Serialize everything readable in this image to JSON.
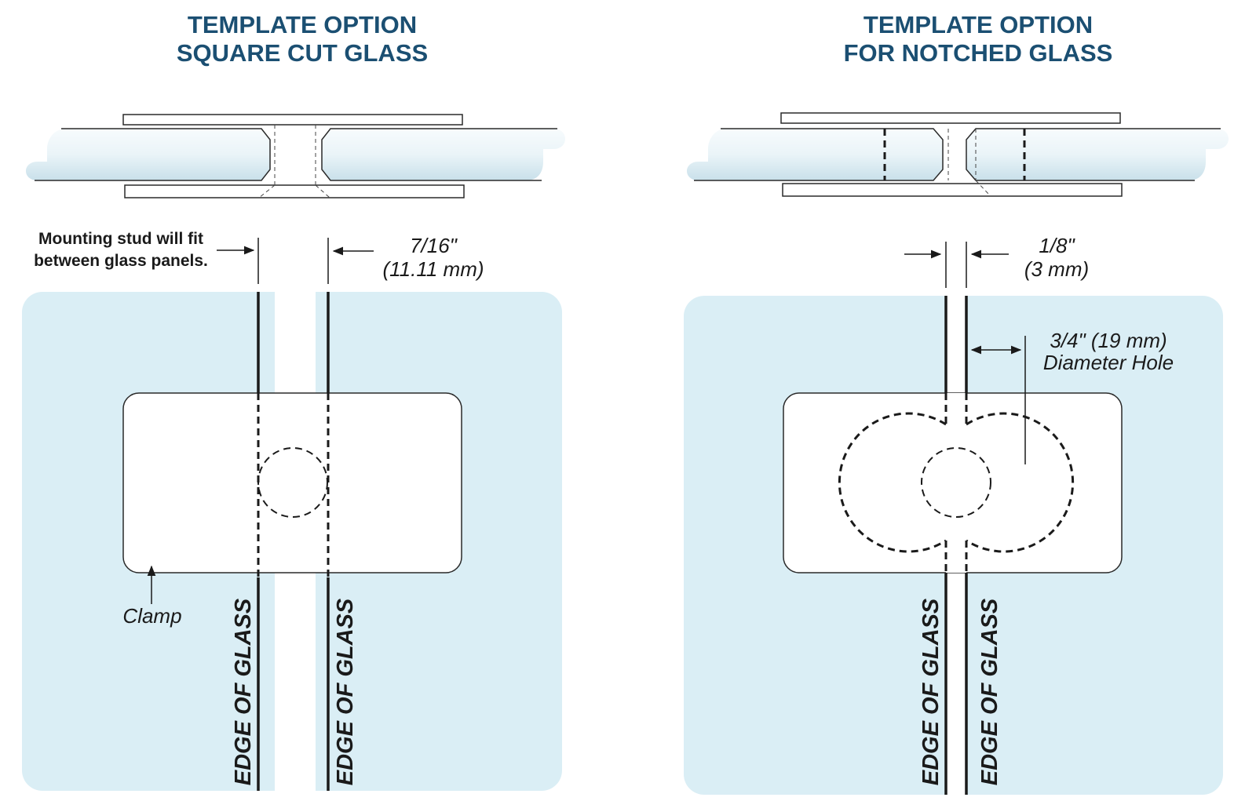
{
  "colors": {
    "title": "#1b4f72",
    "template_fill": "#daeef5",
    "glass_light": "#f7fbfd",
    "glass_mid": "#cfe3ec"
  },
  "left": {
    "title_line1": "TEMPLATE OPTION",
    "title_line2": "SQUARE CUT GLASS",
    "note_line1": "Mounting stud will fit",
    "note_line2": "between glass panels.",
    "gap_line1": "7/16\"",
    "gap_line2": "(11.11 mm)",
    "clamp_label": "Clamp",
    "edge_label_1": "EDGE OF GLASS",
    "edge_label_2": "EDGE OF GLASS"
  },
  "right": {
    "title_line1": "TEMPLATE OPTION",
    "title_line2": "FOR NOTCHED GLASS",
    "gap_line1": "1/8\"",
    "gap_line2": "(3 mm)",
    "hole_line1": "3/4\" (19 mm)",
    "hole_line2": "Diameter Hole",
    "edge_label_1": "EDGE OF GLASS",
    "edge_label_2": "EDGE OF GLASS"
  }
}
